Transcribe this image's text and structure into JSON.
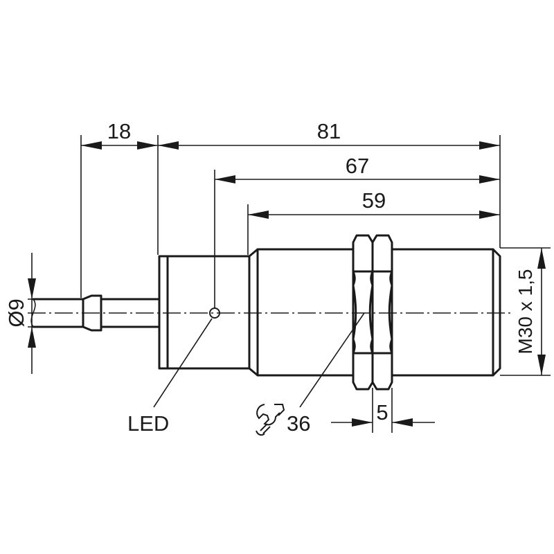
{
  "dimensions": {
    "cable_gland_length": "18",
    "overall_length": "81",
    "led_to_front_length": "67",
    "thread_length": "59",
    "cable_diameter": "Ø9",
    "thread_size": "M30 x 1,5",
    "nut_width": "5",
    "wrench_size": "36"
  },
  "labels": {
    "led": "LED"
  },
  "icons": {
    "wrench": "wrench-icon"
  }
}
